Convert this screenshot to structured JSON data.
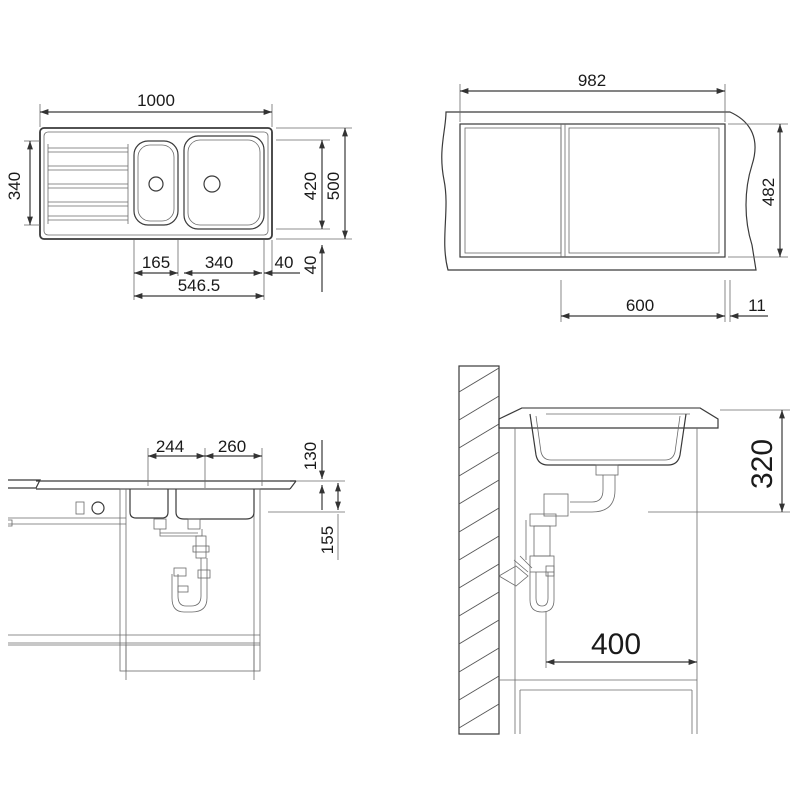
{
  "top_view": {
    "overall_width": "1000",
    "bowl_depth": "340",
    "bowl_inner_depth": "420",
    "overall_depth": "500",
    "drainer_offset": "165",
    "bowl_width": "340",
    "edge_offset": "40",
    "edge_offset_vertical": "40",
    "drain_position": "546.5"
  },
  "cutout_view": {
    "cutout_width": "982",
    "cutout_depth": "482",
    "cabinet_width": "600",
    "edge_margin": "11"
  },
  "front_view": {
    "small_bowl_width": "244",
    "main_bowl_width": "260",
    "bowl_height": "130",
    "drain_height": "155"
  },
  "side_view": {
    "install_depth": "320",
    "drain_distance": "400"
  }
}
